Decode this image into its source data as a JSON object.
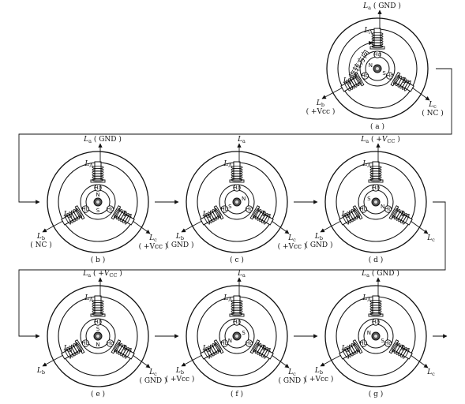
{
  "figure_footer": "",
  "direction_text": "旋转方向",
  "pole_labels": {
    "n": "N",
    "s": "S"
  },
  "hall_labels": [
    "Ha",
    "Hb",
    "Hc"
  ],
  "panels": [
    {
      "id": "a",
      "caption": "( a )",
      "la": "La ( GND )",
      "lb": "Lb ( +Vcc )",
      "lc": "Lc ( NC )",
      "coil_a": "LA",
      "coil_b": "LB",
      "coil_c": "LC",
      "north_angle": -60
    },
    {
      "id": "b",
      "caption": "( b )",
      "la": "La ( GND )",
      "lb": "Lb ( NC )",
      "lc": "Lc ( +Vcc )",
      "coil_a": "LA",
      "coil_b": "LB",
      "coil_c": "LC",
      "north_angle": 0
    },
    {
      "id": "c",
      "caption": "( c )",
      "la": "La",
      "lb": "Lb ( GND )",
      "lc": "Lc ( +Vcc )",
      "coil_a": "LA",
      "coil_b": "LB",
      "coil_c": "LC",
      "north_angle": 60
    },
    {
      "id": "d",
      "caption": "( d )",
      "la": "La ( +Vcc )",
      "lb": "Lb ( GND )",
      "lc": "Lc",
      "coil_a": "LA",
      "coil_b": "LB",
      "coil_c": "LC",
      "north_angle": 120
    },
    {
      "id": "e",
      "caption": "( e )",
      "la": "La ( +Vcc )",
      "lb": "Lb",
      "lc": "Lc ( GND )",
      "coil_a": "LA",
      "coil_b": "LB",
      "coil_c": "LC",
      "north_angle": 180
    },
    {
      "id": "f",
      "caption": "( f )",
      "la": "La",
      "lb": "Lb ( +Vcc )",
      "lc": "Lc ( GND )",
      "coil_a": "LA",
      "coil_b": "LB",
      "coil_c": "LC",
      "north_angle": 240
    },
    {
      "id": "g",
      "caption": "( g )",
      "la": "La ( GND )",
      "lb": "Lb ( +Vcc )",
      "lc": "Lc",
      "coil_a": "LA",
      "coil_b": "LB",
      "coil_c": "LC",
      "north_angle": 300
    }
  ]
}
